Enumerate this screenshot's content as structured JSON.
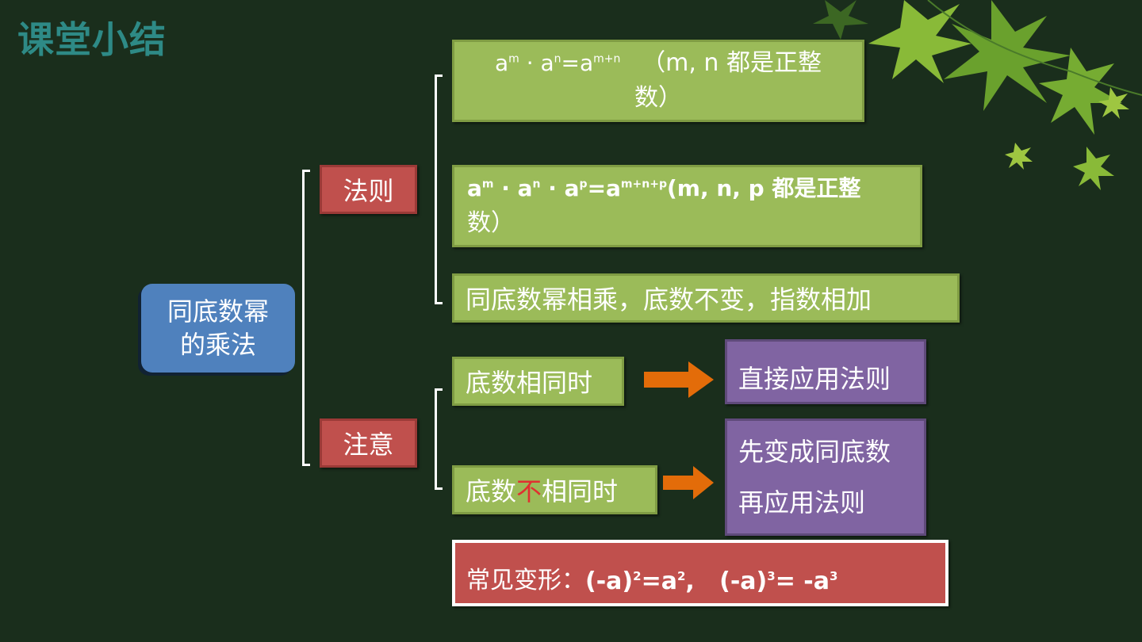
{
  "title": "课堂小结",
  "root": {
    "line1": "同底数幂",
    "line2": "的乘法"
  },
  "rule_label": "法则",
  "note_label": "注意",
  "formula1": {
    "a1": "a",
    "m1": "m",
    "dot1": " · a",
    "n1": "n",
    "eq": "=a",
    "mn": "m+n",
    "cond_l1": "（m, n 都是正整",
    "cond_l2": "数）"
  },
  "formula2": {
    "a1": "a",
    "m1": "m",
    "dot1": " · a",
    "n1": "n",
    "dot2": " · a",
    "p1": "p",
    "eq": "=a",
    "mnp": "m+n+p",
    "cond_l1": "(m, n, p 都是正整",
    "cond_l2": "数）"
  },
  "rule_text": "同底数幂相乘，底数不变，指数相加",
  "same_base": "底数相同时",
  "same_base_result": "直接应用法则",
  "diff_base": {
    "pre": "底数",
    "red": "不",
    "post": "相同时"
  },
  "diff_base_result": {
    "line1": "先变成同底数",
    "line2": "再应用法则"
  },
  "common": {
    "prefix": "常见变形：",
    "e1": "(-a)",
    "e1sup": "2",
    "e1eq": "=a",
    "e1sup2": "2",
    "sep": ",   ",
    "e2": "(-a)",
    "e2sup": "3",
    "e2eq": "= -a",
    "e2sup2": "3"
  },
  "colors": {
    "background": "#1a2e1c",
    "title": "#2e8a86",
    "green": "#9bbb59",
    "red": "#c0504d",
    "purple": "#8064a2",
    "blue": "#4f81bd",
    "arrow": "#e36c09"
  }
}
